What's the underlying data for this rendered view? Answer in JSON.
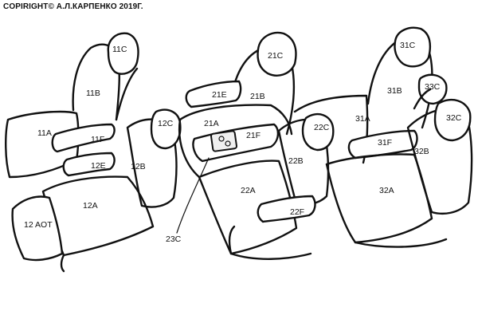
{
  "header": {
    "copyright": "COPIRIGHT© А.Л.КАРПЕНКО 2019Г."
  },
  "labels": {
    "l11C": "11C",
    "l11B": "11B",
    "l11A": "11A",
    "l11F": "11F",
    "l12E": "12E",
    "l12C": "12C",
    "l12B": "12B",
    "l12A": "12A",
    "l12AOT": "12 AOT",
    "l21C": "21C",
    "l21E": "21E",
    "l21B": "21B",
    "l21A": "21A",
    "l21F": "21F",
    "l22A": "22A",
    "l22C": "22C",
    "l22B": "22B",
    "l22F": "22F",
    "l23C": "23C",
    "l31C": "31C",
    "l31B": "31B",
    "l33C": "33C",
    "l31A": "31A",
    "l31F": "31F",
    "l32C": "32C",
    "l32B": "32B",
    "l32A": "32A"
  }
}
